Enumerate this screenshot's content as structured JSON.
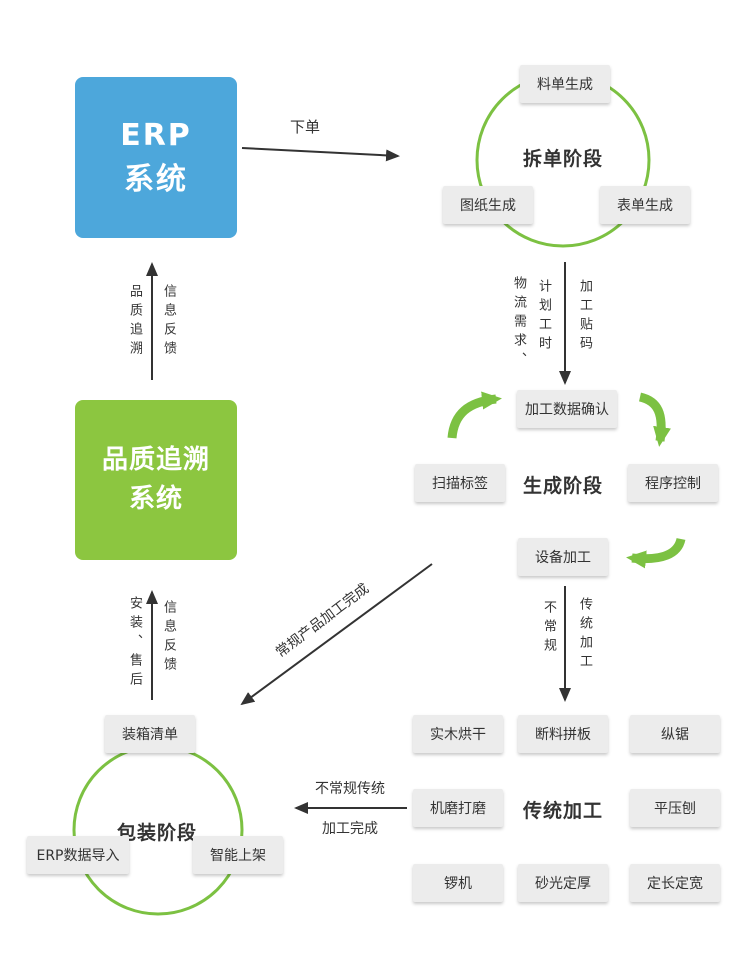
{
  "colors": {
    "erp_blue": "#4da7db",
    "quality_green": "#8cc640",
    "arc_green": "#7cc142",
    "box_gray": "#ececec",
    "arrow_dark": "#333333"
  },
  "erp_system": {
    "line1": "ERP",
    "line2": "系统"
  },
  "quality_system": {
    "line1": "品质追溯",
    "line2": "系统"
  },
  "order_label": "下单",
  "split_stage": {
    "title": "拆单阶段",
    "material_box": "料单生成",
    "drawing_box": "图纸生成",
    "form_box": "表单生成"
  },
  "to_processing": {
    "left_outer": "物流需求、",
    "left_inner": "计划工时",
    "right": "加工贴码"
  },
  "generate_stage": {
    "title": "生成阶段",
    "confirm_box": "加工数据确认",
    "scan_box": "扫描标签",
    "program_box": "程序控制",
    "device_box": "设备加工"
  },
  "to_traditional": {
    "left": "不常规",
    "right": "传统加工"
  },
  "traditional_stage": {
    "title": "传统加工",
    "boxes": [
      "实木烘干",
      "断料拼板",
      "纵锯",
      "机磨打磨",
      "平压刨",
      "锣机",
      "砂光定厚",
      "定长定宽"
    ]
  },
  "traditional_done": {
    "line1": "不常规传统",
    "line2": "加工完成"
  },
  "regular_done": "常规产品加工完成",
  "packing_stage": {
    "title": "包装阶段",
    "list_box": "装箱清单",
    "erp_import_box": "ERP数据导入",
    "shelf_box": "智能上架"
  },
  "install_feedback": {
    "left": "安装、售后",
    "right": "信息反馈"
  },
  "quality_feedback": {
    "left": "品质追溯",
    "right": "信息反馈"
  }
}
